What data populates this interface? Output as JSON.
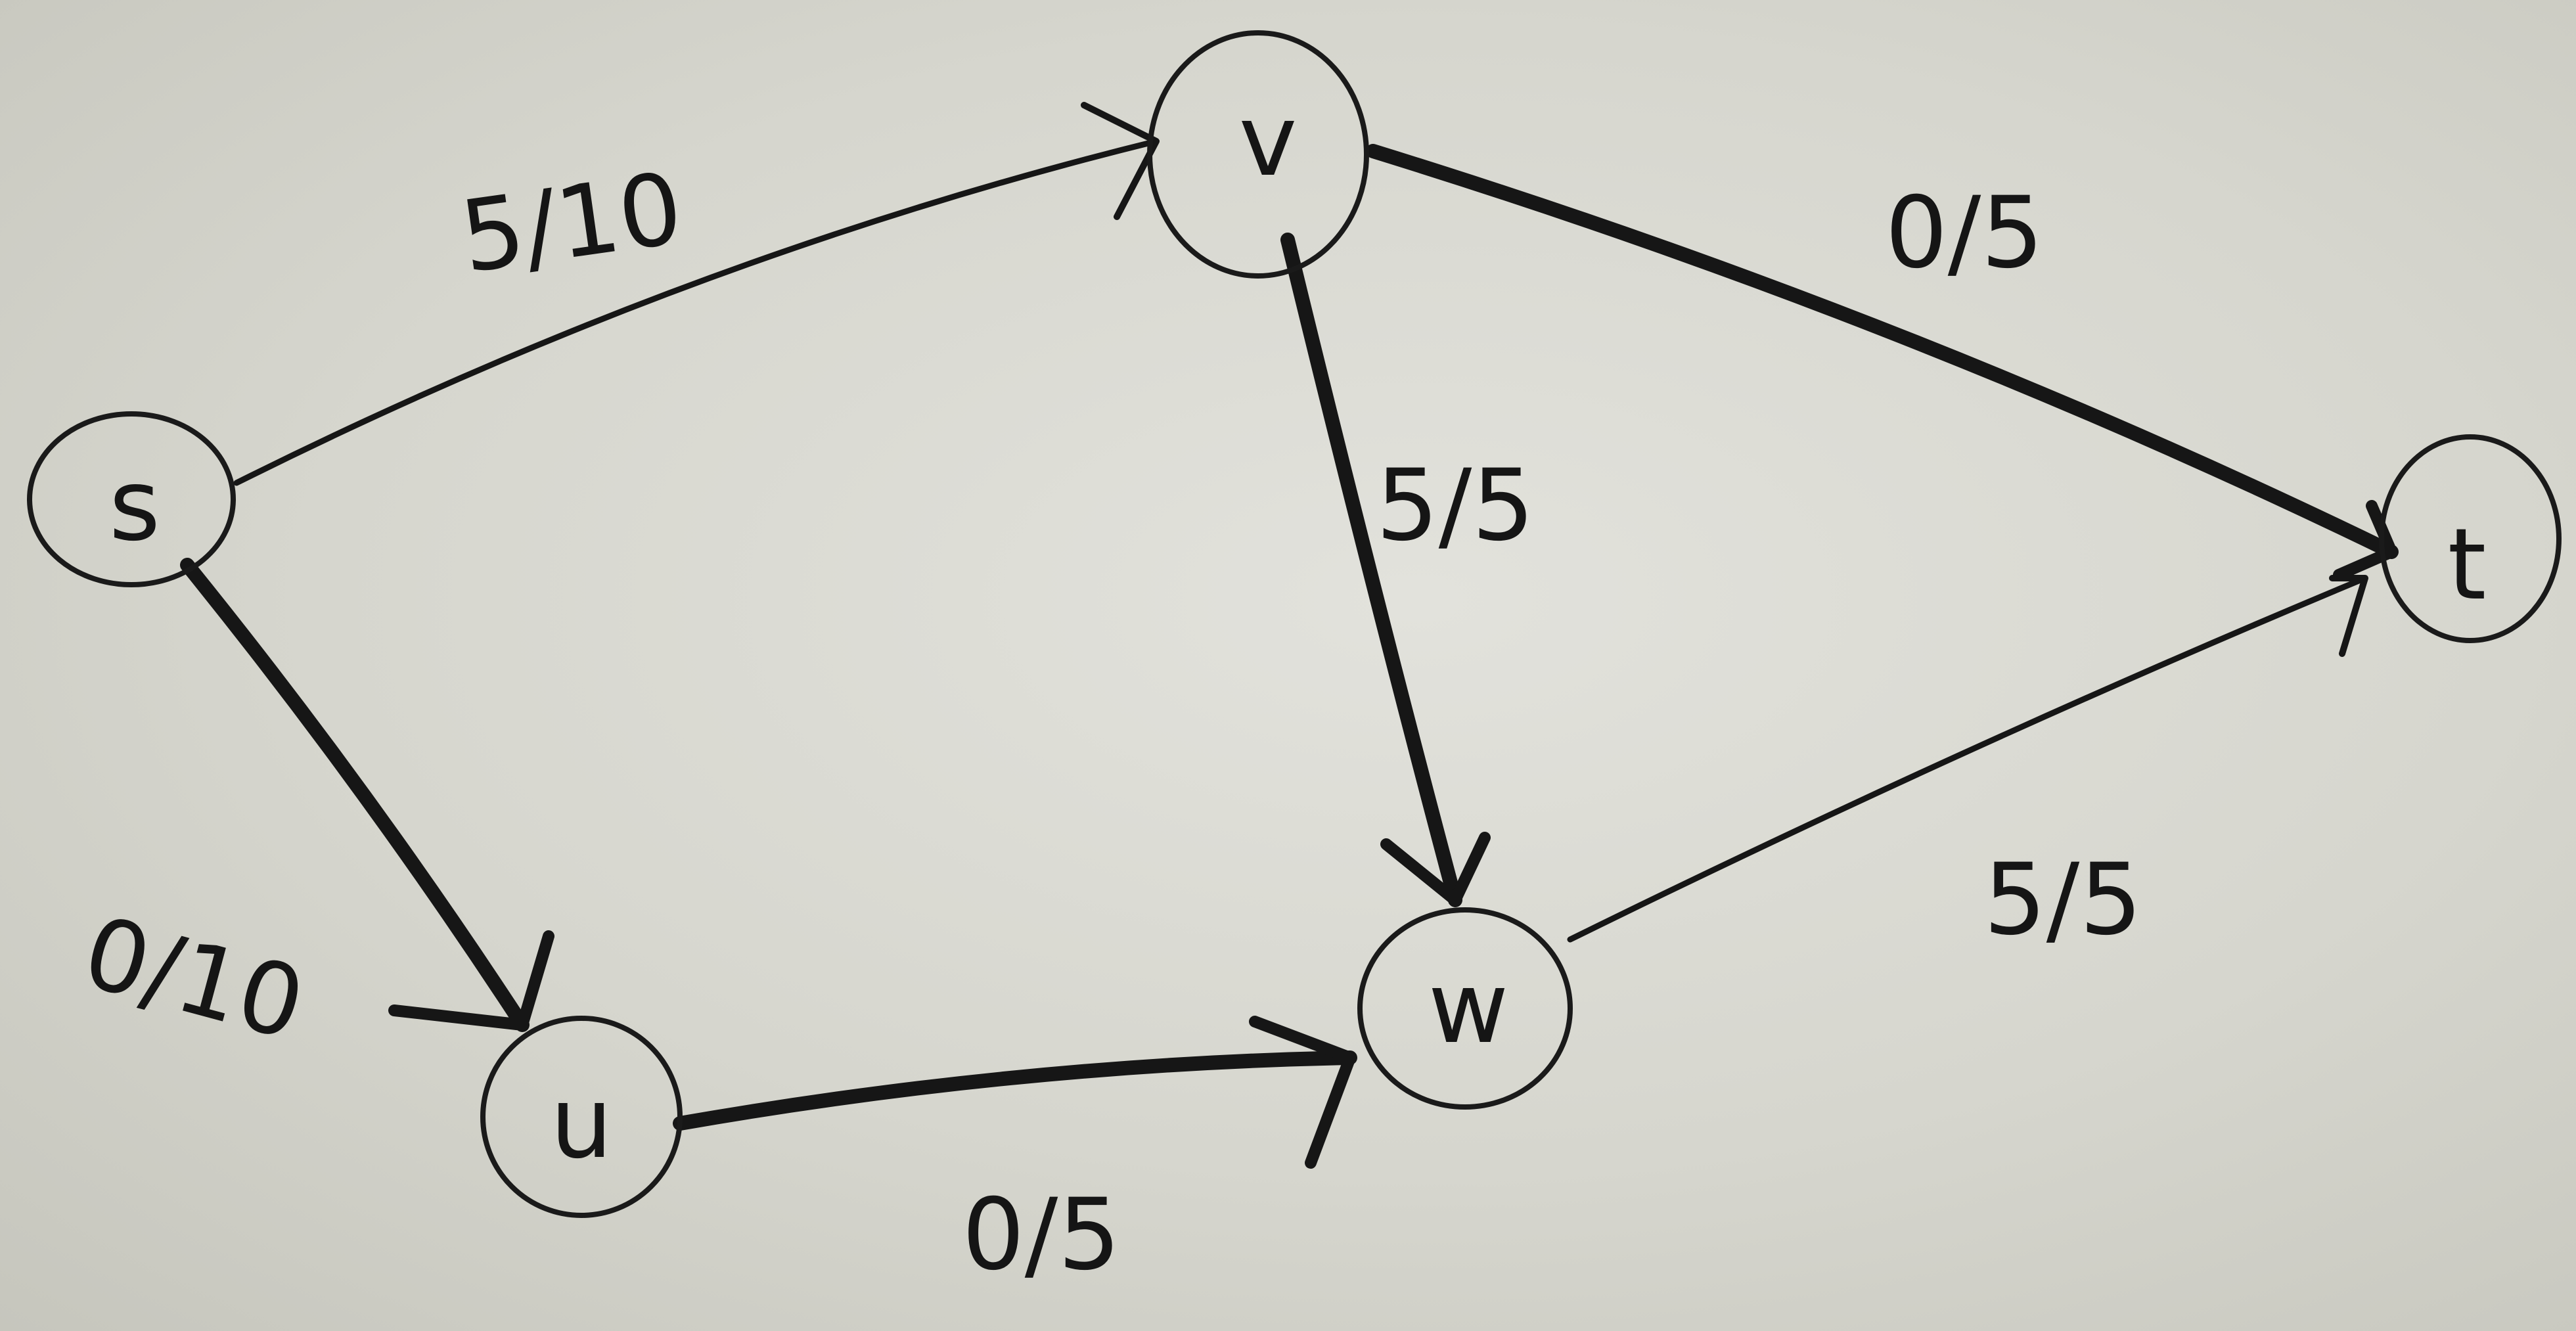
{
  "nodes": {
    "s": {
      "label": "s"
    },
    "v": {
      "label": "v"
    },
    "u": {
      "label": "u"
    },
    "w": {
      "label": "w"
    },
    "t": {
      "label": "t"
    }
  },
  "edges": {
    "s_v": {
      "from": "s",
      "to": "v",
      "flow_capacity": "5/10"
    },
    "s_u": {
      "from": "s",
      "to": "u",
      "flow_capacity": "0/10"
    },
    "v_t": {
      "from": "v",
      "to": "t",
      "flow_capacity": "0/5"
    },
    "v_w": {
      "from": "v",
      "to": "w",
      "flow_capacity": "5/5"
    },
    "u_w": {
      "from": "u",
      "to": "w",
      "flow_capacity": "0/5"
    },
    "w_t": {
      "from": "w",
      "to": "t",
      "flow_capacity": "5/5"
    }
  },
  "colors": {
    "ink": "#161616",
    "paper": "#dcdcd5"
  }
}
